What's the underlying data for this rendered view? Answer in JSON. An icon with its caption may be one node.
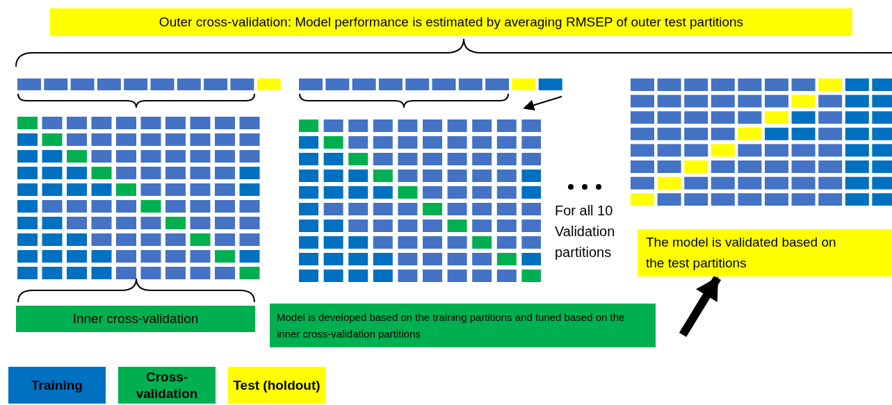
{
  "diagram": {
    "nodes": [
      {
        "text": [
          "Outer cross-validation: Model performance is estimated by averaging RMSEP of outer test partitions"
        ]
      },
      {
        "text": [
          "Inner cross-validation"
        ]
      },
      {
        "text": [
          "Model is developed based on the training partitions and tuned based on the inner cross-validation partitions"
        ]
      },
      {
        "text": [
          "The model is validated based on the test partitions"
        ]
      }
    ],
    "edges": [
      {
        "from": null,
        "to": 3,
        "arrow": "to"
      }
    ],
    "labels": [
      "For all 10 Validation partitions"
    ],
    "legend": [
      {
        "text": "Training",
        "color": "#0070c0"
      },
      {
        "text": "Cross-validation",
        "color": "#00b050"
      },
      {
        "text": "Test (holdout)",
        "color": "#ffff00"
      }
    ]
  }
}
